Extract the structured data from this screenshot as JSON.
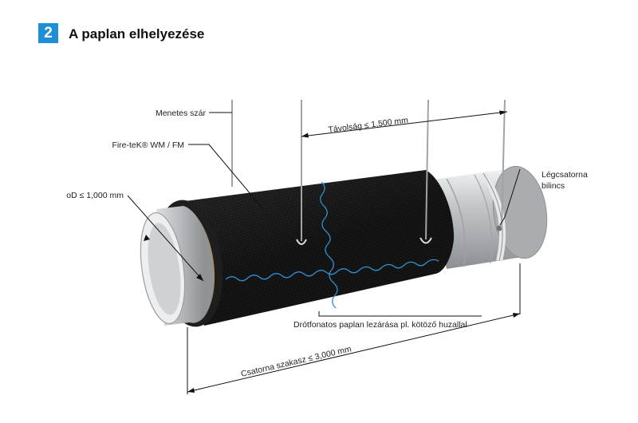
{
  "header": {
    "step_number": "2",
    "title": "A paplan elhelyezése"
  },
  "labels": {
    "threaded_rod": "Menetes szár",
    "product": "Fire-teK® WM / FM",
    "diameter": "oD ≤ 1,000 mm",
    "spacing": "Távolság ≤ 1,500 mm",
    "clamp_line1": "Légcsatorna",
    "clamp_line2": "bilincs",
    "wire_closure": "Drótfonatos paplan lezárása pl. kötöző huzallal",
    "section_length": "Csatorna szakasz ≤ 3,000 mm"
  },
  "colors": {
    "accent": "#1e8fd6",
    "blanket": "#1c1c1c",
    "stitch": "#2f8fd0",
    "duct_metal": "#c9cbcd",
    "insulation_core": "#b08a4a"
  }
}
